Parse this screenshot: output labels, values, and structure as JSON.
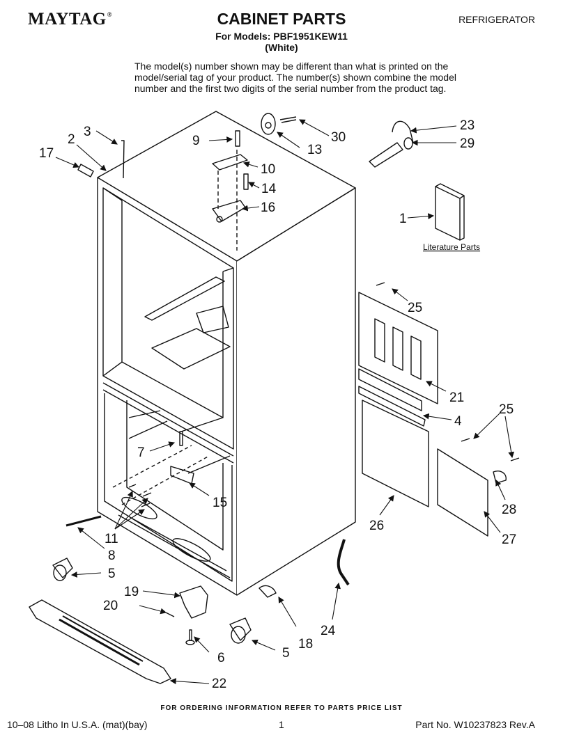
{
  "header": {
    "brand": "MAYTAG",
    "brand_mark": "®",
    "title": "CABINET PARTS",
    "models_line": "For Models: PBF1951KEW11",
    "color_line": "(White)",
    "category": "REFRIGERATOR"
  },
  "notice": [
    "The model(s) number shown may be different than what is printed on the",
    "model/serial tag of your product. The number(s) shown combine the model",
    "number and the first two digits of the serial number from the product tag."
  ],
  "diagram": {
    "literature_label": "Literature Parts",
    "callouts": {
      "c1": "1",
      "c2": "2",
      "c3": "3",
      "c4": "4",
      "c5a": "5",
      "c5b": "5",
      "c6": "6",
      "c7": "7",
      "c8": "8",
      "c9": "9",
      "c10": "10",
      "c11": "11",
      "c13": "13",
      "c14": "14",
      "c15": "15",
      "c16": "16",
      "c17": "17",
      "c18": "18",
      "c19": "19",
      "c20": "20",
      "c21": "21",
      "c22": "22",
      "c23": "23",
      "c24": "24",
      "c25a": "25",
      "c25b": "25",
      "c26": "26",
      "c27": "27",
      "c28": "28",
      "c29": "29",
      "c30": "30"
    }
  },
  "footer": {
    "order_note": "FOR ORDERING INFORMATION REFER TO PARTS PRICE LIST",
    "litho": "10–08 Litho In U.S.A. (mat)(bay)",
    "page": "1",
    "part_no": "Part No. W10237823 Rev.A"
  }
}
